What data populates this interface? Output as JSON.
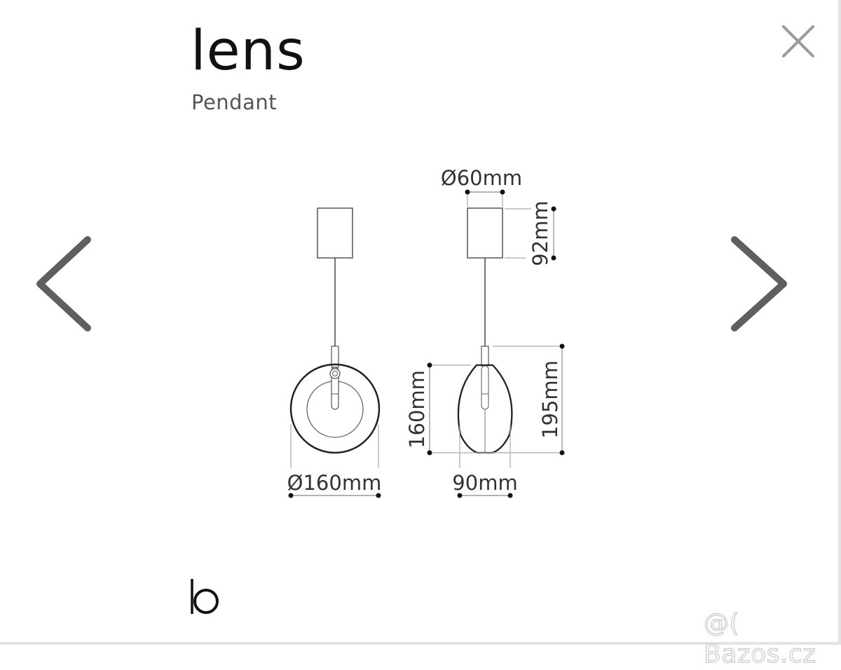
{
  "product": {
    "title": "lens",
    "subtitle": "Pendant"
  },
  "controls": {
    "close_icon": "close-icon",
    "prev_icon": "chevron-left-icon",
    "next_icon": "chevron-right-icon"
  },
  "drawing": {
    "front_view": {
      "diameter_label": "Ø160mm"
    },
    "side_view": {
      "canopy_diameter_label": "Ø60mm",
      "canopy_height_label": "92mm",
      "shade_height_label": "160mm",
      "total_height_label": "195mm",
      "shade_depth_label": "90mm"
    }
  },
  "brand": {
    "logo_icon": "brand-b-logo-icon"
  },
  "watermark": {
    "text": "@( Bazos.cz"
  },
  "colors": {
    "title": "#111111",
    "subtitle": "#555555",
    "icon_grey": "#5f5f5f",
    "close_grey": "#9a9a9a",
    "line": "#444444",
    "dim_line": "#888888",
    "watermark": "#c8c8c8"
  }
}
